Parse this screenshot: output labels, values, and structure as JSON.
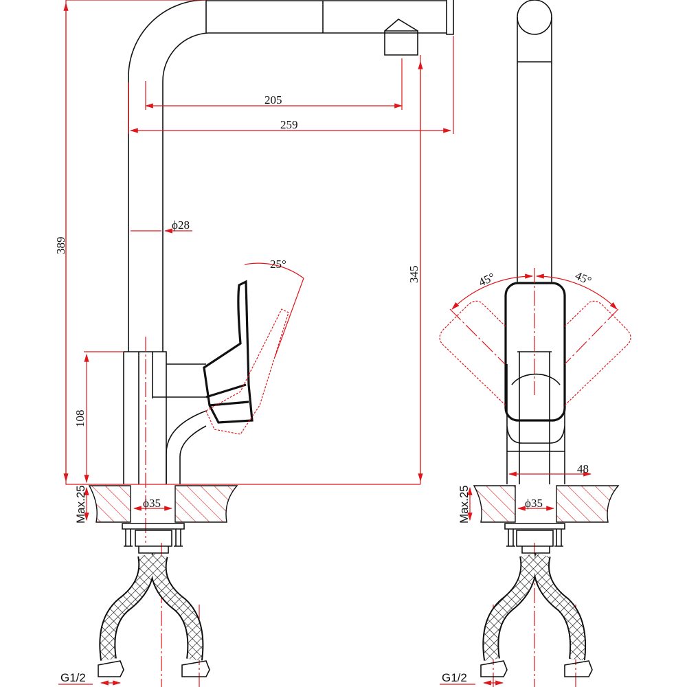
{
  "colors": {
    "line": "#111111",
    "dimension": "#e0161b"
  },
  "side_view": {
    "dim_spout_reach": "205",
    "dim_total_reach": "259",
    "dim_total_height": "389",
    "dim_outlet_height": "345",
    "dim_spout_diameter": "ϕ28",
    "dim_handle_angle": "25°",
    "dim_body_height": "108",
    "dim_deck_thickness": "Max.25",
    "dim_hole_diameter": "ϕ35",
    "dim_thread": "G1/2"
  },
  "front_view": {
    "dim_angle_left": "45°",
    "dim_angle_right": "45°",
    "dim_body_width": "48",
    "dim_deck_thickness": "Max.25",
    "dim_hole_diameter": "ϕ35",
    "dim_thread": "G1/2"
  }
}
